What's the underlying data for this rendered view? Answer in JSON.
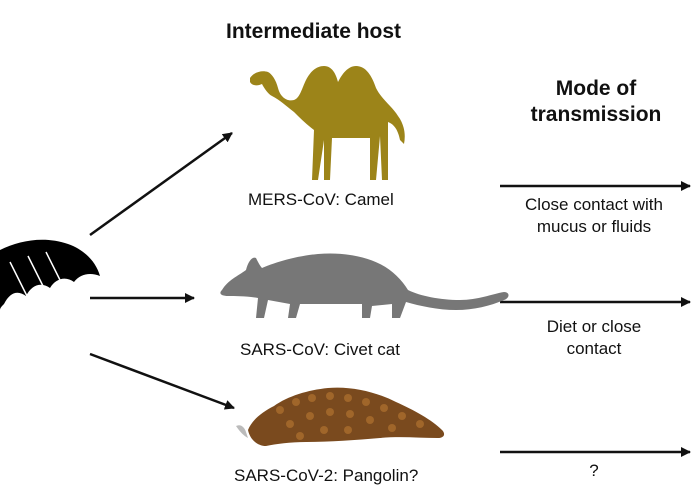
{
  "headers": {
    "intermediate_host": "Intermediate host",
    "mode_line1": "Mode of",
    "mode_line2": "transmission"
  },
  "hosts": [
    {
      "label": "MERS-CoV: Camel",
      "animal": "camel-icon",
      "color": "#9c8419",
      "transmission": [
        "Close contact with",
        "mucus or fluids"
      ]
    },
    {
      "label": "SARS-CoV: Civet cat",
      "animal": "civet-icon",
      "color": "#777777",
      "transmission": [
        "Diet or close",
        "contact"
      ]
    },
    {
      "label": "SARS-CoV-2: Pangolin?",
      "animal": "pangolin-icon",
      "color": "#7a4a1e",
      "transmission": [
        "?"
      ]
    }
  ],
  "source_icon": "bat-icon",
  "colors": {
    "arrow": "#111111",
    "bat": "#000000"
  }
}
